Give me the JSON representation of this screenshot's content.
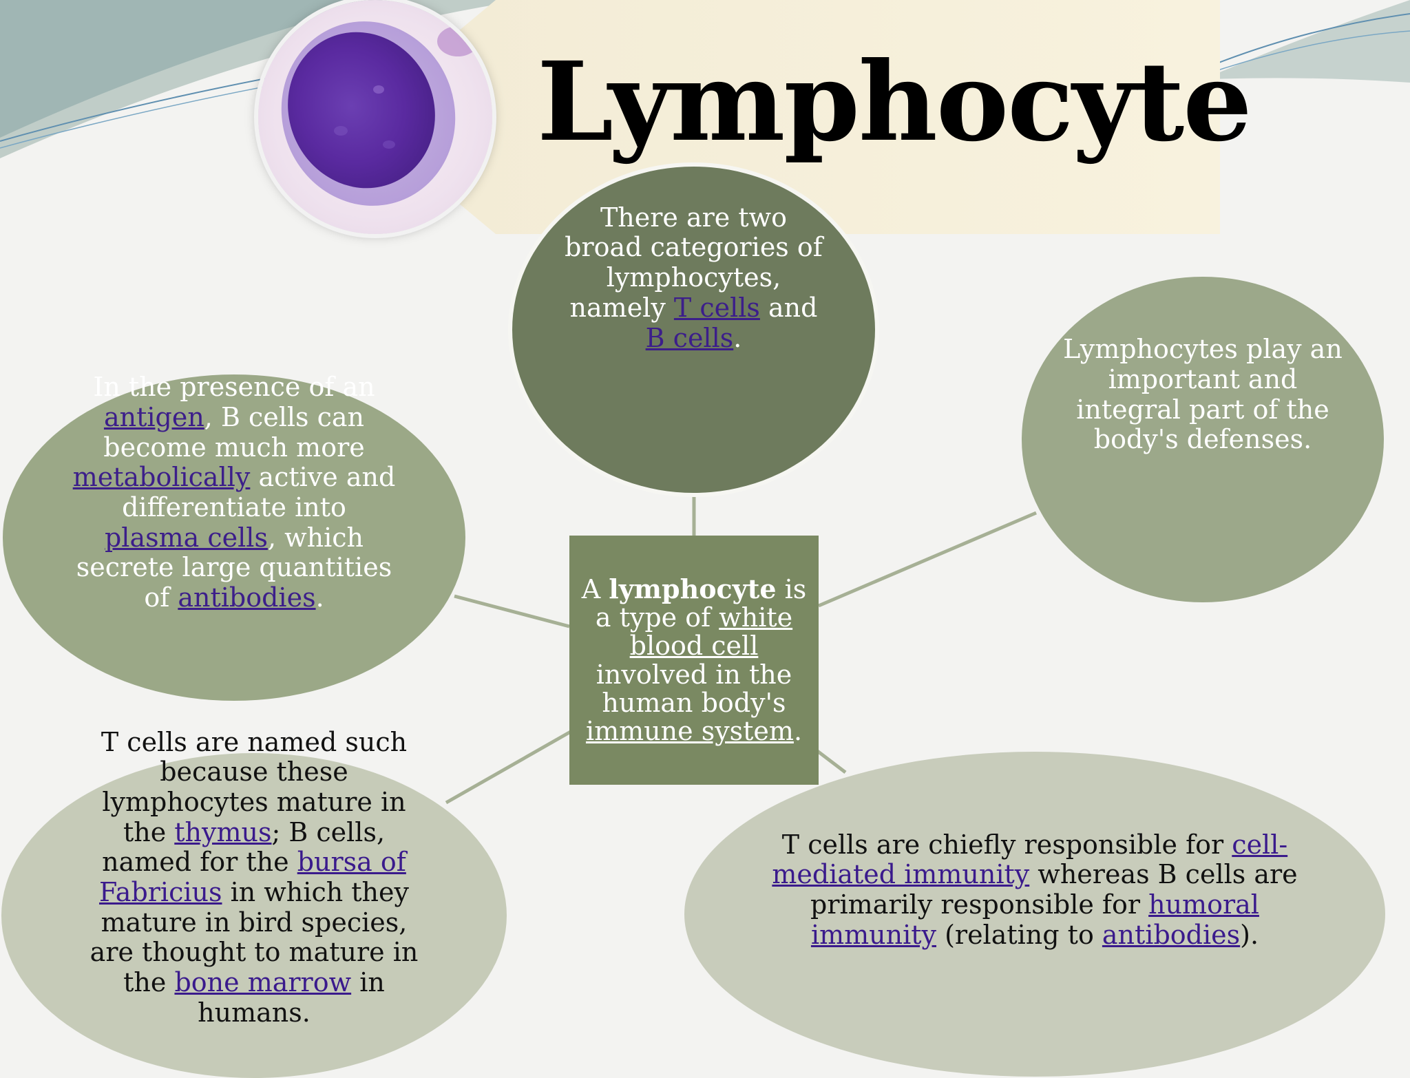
{
  "title": "Lymphocyte",
  "center": {
    "part1": "A ",
    "bold": "lymphocyte",
    "part2": " is a type of ",
    "link1": "white blood cell",
    "part3": " involved in the human body's ",
    "link2": "immune system",
    "part4": "."
  },
  "top": {
    "part1": "There are two broad categories of lymphocytes, namely ",
    "link1": "T cells",
    "part2": " and ",
    "link2": "B cells",
    "part3": "."
  },
  "right": {
    "text": "Lymphocytes play an important and integral part of the body's defenses."
  },
  "left": {
    "part1": "In the presence of an ",
    "link1": "antigen",
    "part2": ", B cells can become much more ",
    "link2": "metabolically",
    "part3": " active and differentiate into ",
    "link3": "plasma cells",
    "part4": ", which secrete large quantities of ",
    "link4": "antibodies",
    "part5": "."
  },
  "bottom_left": {
    "part1": "T cells are named such because these lymphocytes mature in the ",
    "link1": "thymus",
    "part2": "; B cells, named for the ",
    "link2": "bursa of Fabricius",
    "part3": " in which they mature in bird species, are thought to mature in the ",
    "link3": "bone marrow",
    "part4": " in humans."
  },
  "bottom_right": {
    "part1": "T cells are chiefly responsible for ",
    "link1": "cell-mediated immunity",
    "part2": " whereas B cells are primarily responsible for ",
    "link2": "humoral immunity",
    "part3": " (relating to ",
    "link3": "antibodies",
    "part4": ")."
  },
  "colors": {
    "dark_green": "#6e7b5d",
    "mid_green": "#9ca88a",
    "light_green": "#c6cbb8",
    "center_green": "#7a8962",
    "link": "#3a1a8c",
    "banner": "#f3ecd6"
  }
}
